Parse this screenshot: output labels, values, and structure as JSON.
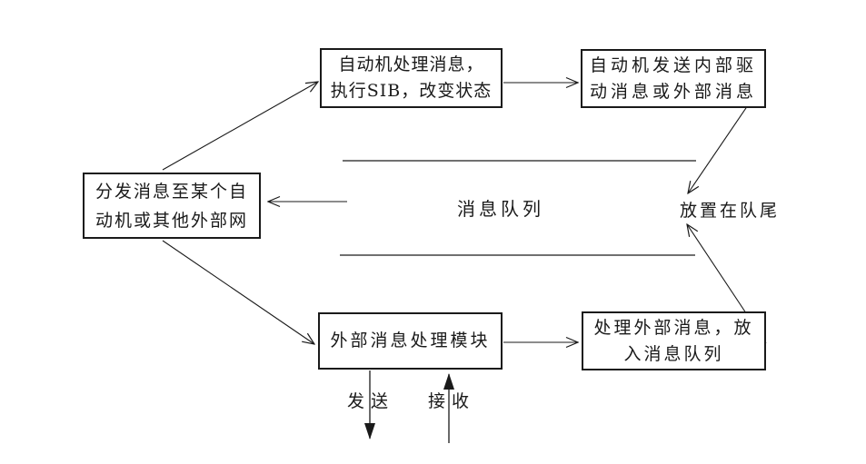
{
  "diagram": {
    "title": "message-queue-automaton-flow-diagram",
    "colors": {
      "background": "#ffffff",
      "line": "#1a1a1a",
      "text": "#1a1a1a"
    },
    "nodes": {
      "top_middle": {
        "line1": "自动机处理消息，",
        "line2": "执行SIB，改变状态"
      },
      "top_right": {
        "line1": "自动机发送内部驱",
        "line2": "动消息或外部消息"
      },
      "left": {
        "line1": "分发消息至某个自",
        "line2": "动机或其他外部网"
      },
      "bottom_middle": {
        "line1": "外部消息处理模块"
      },
      "bottom_right": {
        "line1": "处理外部消息，放",
        "line2": "入消息队列"
      }
    },
    "labels": {
      "queue": "消息队列",
      "tail": "放置在队尾",
      "send": "发送",
      "receive": "接收"
    },
    "edges": [
      {
        "from": "left",
        "to": "top_middle",
        "style": "open-arrow"
      },
      {
        "from": "top_middle",
        "to": "top_right",
        "style": "open-arrow"
      },
      {
        "from": "top_right",
        "to": "queue-tail",
        "style": "open-arrow"
      },
      {
        "from": "queue",
        "to": "left",
        "style": "open-arrow"
      },
      {
        "from": "left",
        "to": "bottom_middle",
        "style": "open-arrow"
      },
      {
        "from": "bottom_middle",
        "to": "bottom_right",
        "style": "open-arrow"
      },
      {
        "from": "bottom_right",
        "to": "queue-tail",
        "style": "open-arrow"
      },
      {
        "from": "bottom_middle",
        "to": "send-out",
        "style": "solid-arrow"
      },
      {
        "from": "receive-in",
        "to": "bottom_middle",
        "style": "solid-arrow"
      }
    ]
  }
}
